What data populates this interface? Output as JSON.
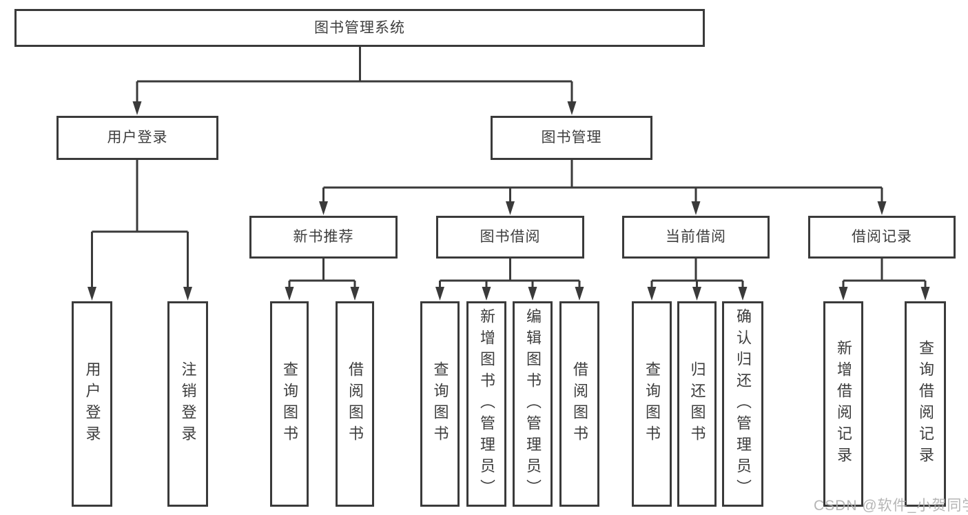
{
  "diagram": {
    "title": "图书管理系统",
    "colors": {
      "line": "#3a3a3a",
      "box_border": "#3a3a3a",
      "text": "#3d3d3d",
      "watermark": "#aeaeae"
    },
    "nodes": {
      "root": {
        "label": "图书管理系统"
      },
      "user_login": {
        "label": "用户登录"
      },
      "book_mgmt": {
        "label": "图书管理"
      },
      "new_book_rec": {
        "label": "新书推荐"
      },
      "book_borrow": {
        "label": "图书借阅"
      },
      "current_borrow": {
        "label": "当前借阅"
      },
      "borrow_record": {
        "label": "借阅记录"
      },
      "leaf_user_login": {
        "label": "用户登录"
      },
      "leaf_logout": {
        "label": "注销登录"
      },
      "rec_query_book": {
        "label": "查询图书"
      },
      "rec_borrow_book": {
        "label": "借阅图书"
      },
      "bb_query_book": {
        "label": "查询图书"
      },
      "bb_add_book": {
        "label": "新增图书（管理员）"
      },
      "bb_edit_book": {
        "label": "编辑图书（管理员）"
      },
      "bb_borrow_book": {
        "label": "借阅图书"
      },
      "cb_query_book": {
        "label": "查询图书"
      },
      "cb_return_book": {
        "label": "归还图书"
      },
      "cb_confirm_return": {
        "label": "确认归还（管理员）"
      },
      "br_add_record": {
        "label": "新增借阅记录"
      },
      "br_query_record": {
        "label": "查询借阅记录"
      }
    },
    "edges": [
      "root->user_login",
      "root->book_mgmt",
      "user_login->leaf_user_login",
      "user_login->leaf_logout",
      "book_mgmt->new_book_rec",
      "book_mgmt->book_borrow",
      "book_mgmt->current_borrow",
      "book_mgmt->borrow_record",
      "new_book_rec->rec_query_book",
      "new_book_rec->rec_borrow_book",
      "book_borrow->bb_query_book",
      "book_borrow->bb_add_book",
      "book_borrow->bb_edit_book",
      "book_borrow->bb_borrow_book",
      "current_borrow->cb_query_book",
      "current_borrow->cb_return_book",
      "current_borrow->cb_confirm_return",
      "borrow_record->br_add_record",
      "borrow_record->br_query_record"
    ]
  },
  "watermark": {
    "text": "CSDN @软件_小贺同学"
  }
}
